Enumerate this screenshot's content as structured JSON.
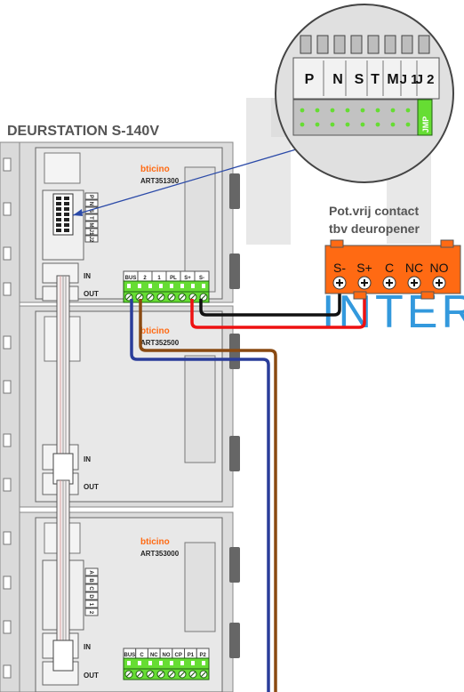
{
  "title": "DEURSTATION S-140V",
  "brand": "bticino",
  "watermark": "INTER",
  "zoom": {
    "terminals": [
      "P",
      "N",
      "S",
      "T",
      "M",
      "J 1",
      "J 2"
    ],
    "jumper_label": "JMP"
  },
  "modules": [
    {
      "article": "ART351300",
      "side_labels": [
        "P",
        "N",
        "S",
        "T",
        "M",
        "J1",
        "J2"
      ],
      "in_label": "IN",
      "out_label": "OUT",
      "terminal_labels": [
        "BUS",
        "2",
        "1",
        "PL",
        "S+",
        "S-"
      ]
    },
    {
      "article": "ART352500",
      "in_label": "IN",
      "out_label": "OUT"
    },
    {
      "article": "ART353000",
      "side_labels": [
        "A",
        "B",
        "C",
        "D",
        "1",
        "2"
      ],
      "in_label": "IN",
      "out_label": "OUT",
      "terminal_labels": [
        "BUS",
        "C",
        "NC",
        "NO",
        "CP",
        "P1",
        "P2"
      ]
    }
  ],
  "contact_block": {
    "title_line1": "Pot.vrij contact",
    "title_line2": "tbv deuropener",
    "terminals": [
      "S-",
      "S+",
      "C",
      "NC",
      "NO"
    ]
  },
  "colors": {
    "frame": "#d9d9d9",
    "module_fill": "#e6e6e6",
    "orange": "#ff6a13",
    "green": "#66dd33",
    "watermark": "#3399dd",
    "wire_red": "#ee1111",
    "wire_black": "#111111",
    "wire_brown": "#8a4a12",
    "wire_blue": "#2a3d9a",
    "connector_line": "#2b4aa8"
  }
}
